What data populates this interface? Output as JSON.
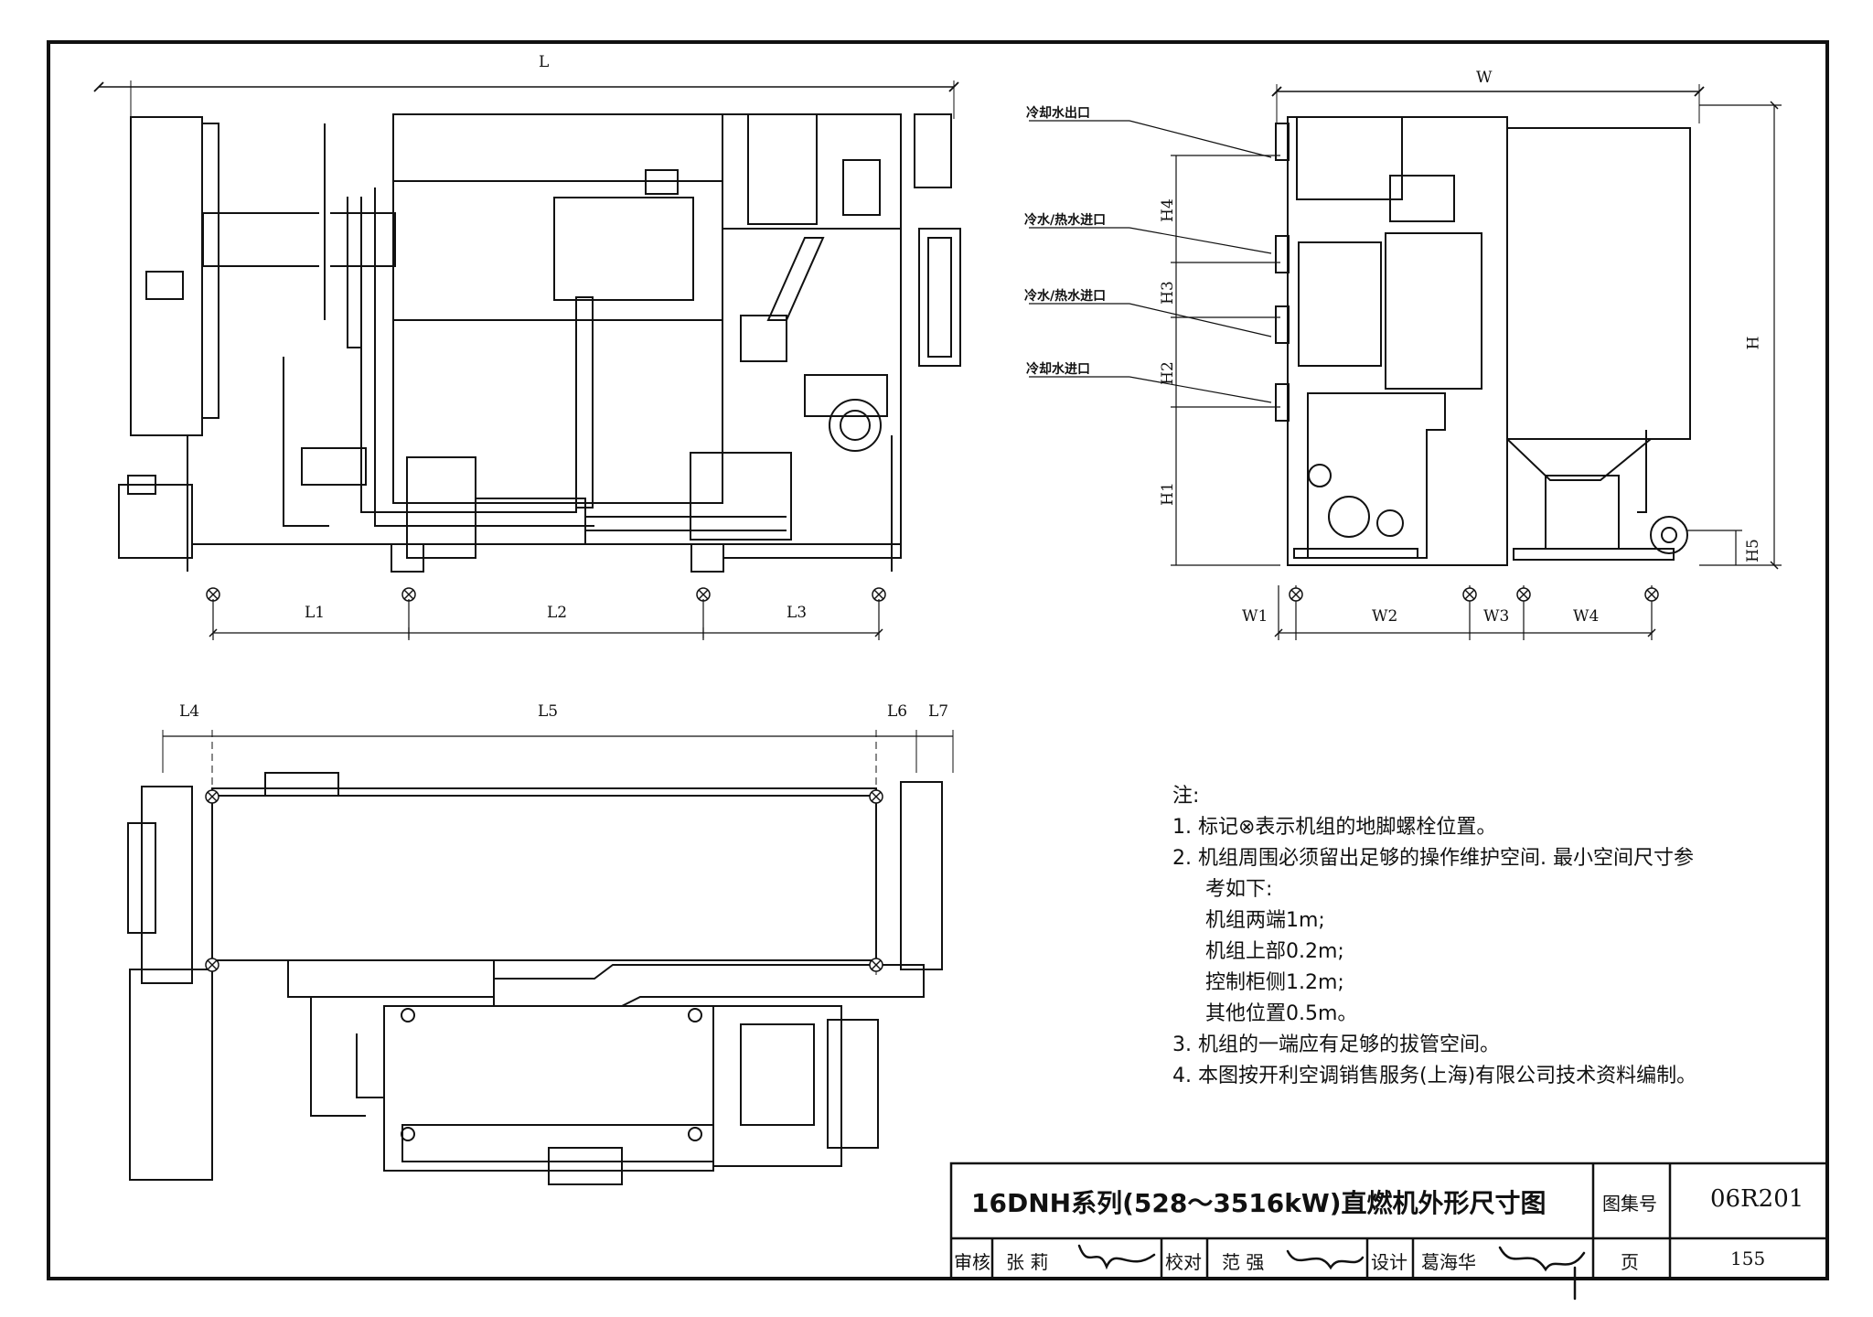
{
  "front_view": {
    "overall_length": "L",
    "spans": [
      "L1",
      "L2",
      "L3"
    ]
  },
  "side_view": {
    "overall_width": "W",
    "overall_height": "H",
    "heights": [
      "H1",
      "H2",
      "H3",
      "H4",
      "H5"
    ],
    "widths": [
      "W1",
      "W2",
      "W3",
      "W4"
    ],
    "callouts": {
      "cooling_water_outlet": "冷却水出口",
      "chilled_hot_water_inlet_1": "冷水/热水进口",
      "chilled_hot_water_inlet_2": "冷水/热水进口",
      "cooling_water_inlet": "冷却水进口"
    }
  },
  "top_view": {
    "spans": [
      "L4",
      "L5",
      "L6",
      "L7"
    ]
  },
  "notes": {
    "heading": "注:",
    "line1": "1. 标记⊗表示机组的地脚螺栓位置。",
    "line2": "2. 机组周围必须留出足够的操作维护空间. 最小空间尺寸参",
    "line2b": "考如下:",
    "space_ends": "机组两端1m;",
    "space_top": "机组上部0.2m;",
    "space_panel": "控制柜侧1.2m;",
    "space_other": "其他位置0.5m。",
    "line3": "3. 机组的一端应有足够的拔管空间。",
    "line4": "4. 本图按开利空调销售服务(上海)有限公司技术资料编制。"
  },
  "title_block": {
    "title": "16DNH系列(528～3516kW)直燃机外形尺寸图",
    "atlas_label": "图集号",
    "atlas_no": "06R201",
    "review_label": "审核",
    "reviewer": "张 莉",
    "check_label": "校对",
    "checker": "范 强",
    "design_label": "设计",
    "designer": "葛海华",
    "page_label": "页",
    "page_no": "155"
  }
}
